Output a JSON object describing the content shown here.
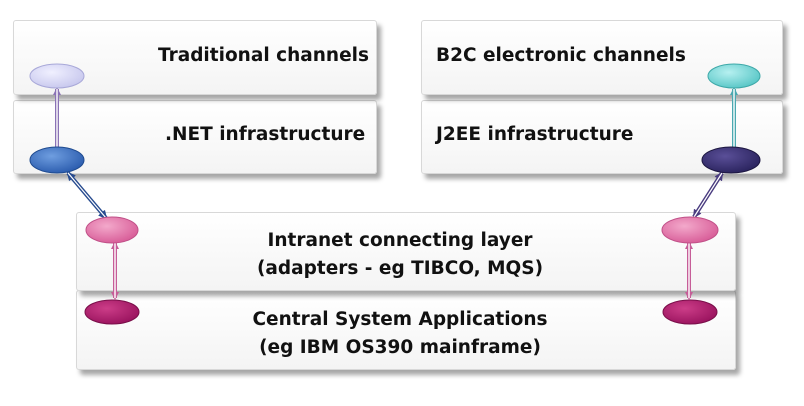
{
  "boxes": {
    "traditional_channels": "Traditional channels",
    "net_infrastructure": ".NET infrastructure",
    "b2c_channels": "B2C electronic channels",
    "j2ee_infrastructure": "J2EE infrastructure",
    "intranet_line1": "Intranet connecting layer",
    "intranet_line2": "(adapters - eg TIBCO, MQS)",
    "central_line1": "Central System Applications",
    "central_line2": "(eg IBM OS390 mainframe)"
  },
  "colors": {
    "traditional_node": "#c9c9ee",
    "net_node": "#2e5fb0",
    "b2c_node": "#5cc8c8",
    "j2ee_node": "#2c2560",
    "intranet_node": "#d9609a",
    "central_node": "#9c1560",
    "arrow_purple": "#8a72b5",
    "arrow_teal": "#4aa8b0",
    "arrow_blue": "#274b8f",
    "arrow_dark": "#4a3c80",
    "arrow_pink": "#c65d98"
  }
}
